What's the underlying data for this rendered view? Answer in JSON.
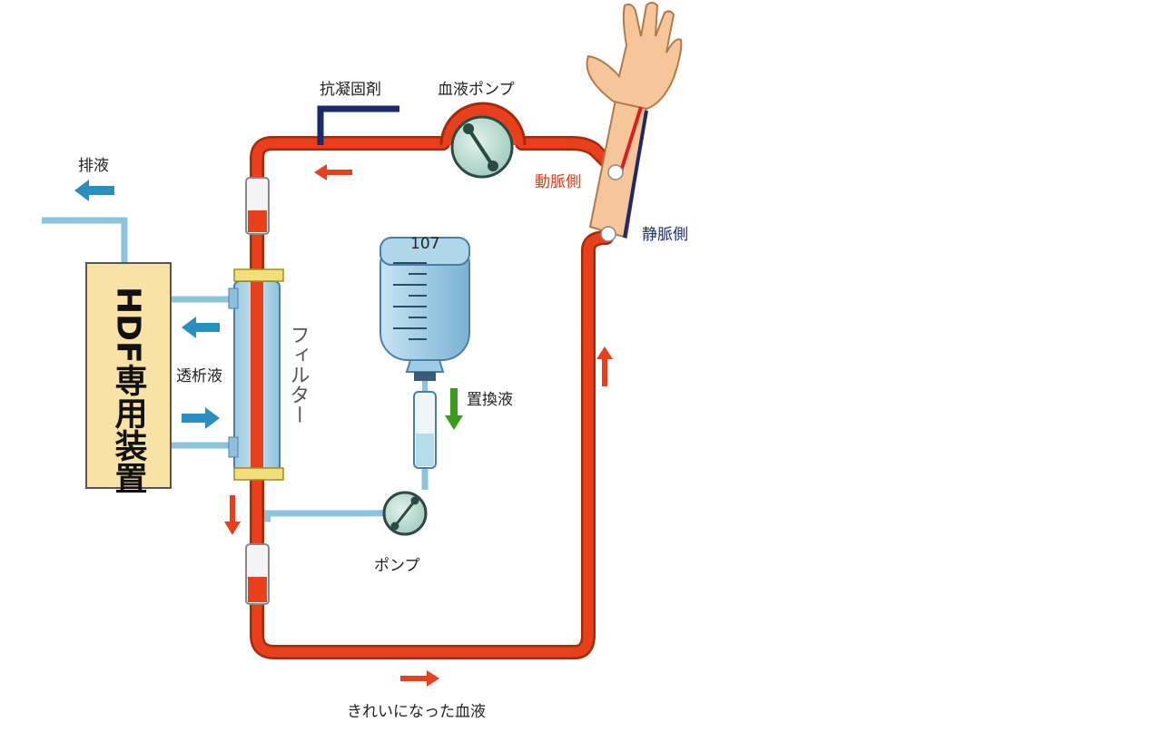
{
  "labels": {
    "anticoagulant": "抗凝固剤",
    "blood_pump": "血液ポンプ",
    "arterial_side": "動脈側",
    "venous_side": "静脈側",
    "drain": "排液",
    "dialysate": "透析液",
    "filter": "フィルター",
    "substitution_fluid": "置換液",
    "pump": "ポンプ",
    "clean_blood": "きれいになった血液",
    "hdf_device": "HDF専用装置",
    "bag_number": "107"
  },
  "colors": {
    "blood_tube": "#e8401c",
    "tube_outline": "#a52a0a",
    "dialysate_line": "#8cc4dc",
    "dialysate_arrow": "#2a8fc0",
    "substitution_arrow": "#3a9a1e",
    "device_fill": "#f8e2a6",
    "anticoagulant_line": "#1a2a6a",
    "arterial_label": "#e03a1a",
    "venous_label": "#1a2e7a"
  }
}
